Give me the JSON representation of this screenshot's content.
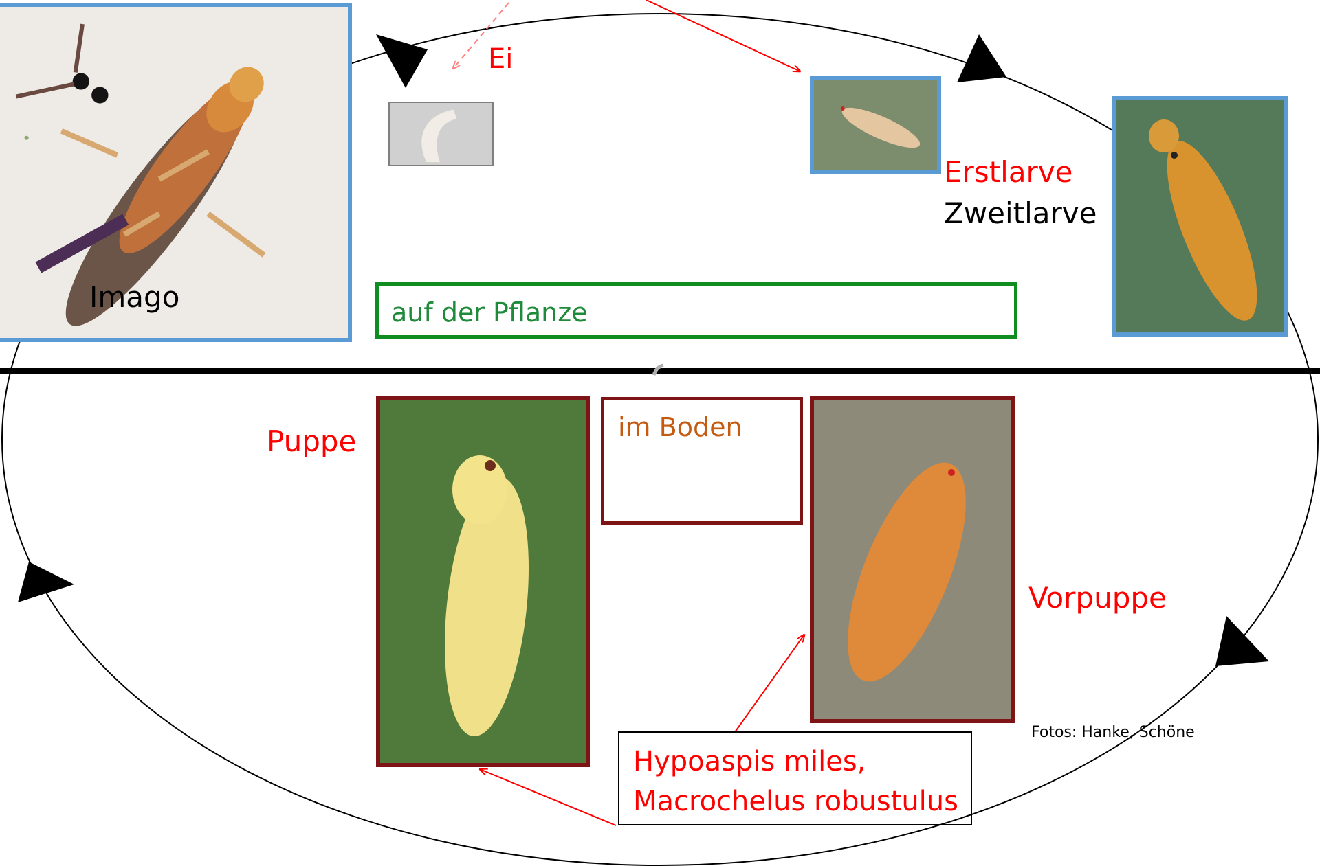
{
  "stages": {
    "egg": "Ei",
    "first_larva": "Erstlarve",
    "second_larva": "Zweitlarve",
    "prepupa": "Vorpuppe",
    "pupa": "Puppe",
    "adult": "Imago"
  },
  "zones": {
    "on_plant": "auf der Pflanze",
    "in_soil": "im Boden"
  },
  "predators": {
    "line1": "Hypoaspis miles,",
    "line2": "Macrochelus robustulus"
  },
  "credit": "Fotos: Hanke, Schöne",
  "colors": {
    "stage_red": "#ff0000",
    "plant_green": "#1e8a3a",
    "soil_orange": "#c55a11",
    "blue_frame": "#5b9bd5",
    "dark_red_frame": "#7f1416",
    "green_frame": "#108d21"
  }
}
